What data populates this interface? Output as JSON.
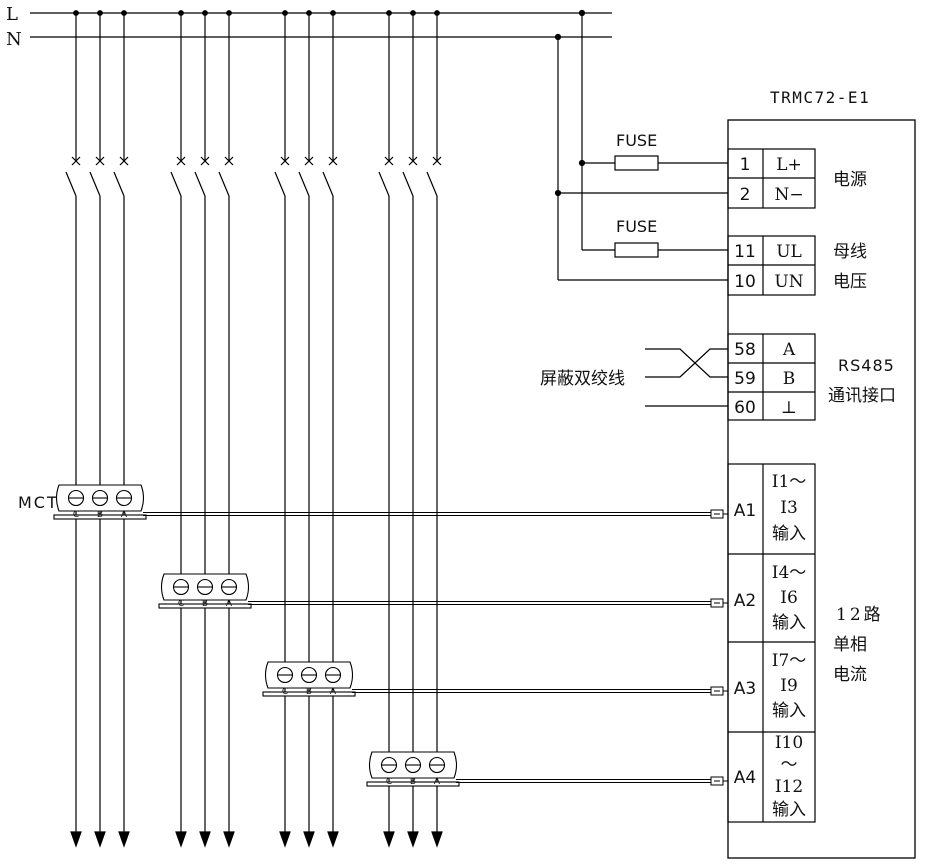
{
  "bus": {
    "l_label": "L",
    "n_label": "N"
  },
  "device": {
    "model": "TRMC72-E1"
  },
  "fuses": [
    {
      "label": "FUSE"
    },
    {
      "label": "FUSE"
    }
  ],
  "power": {
    "label": "电源",
    "terminals": [
      {
        "num": "1",
        "name": "L+"
      },
      {
        "num": "2",
        "name": "N−"
      }
    ]
  },
  "bus_voltage": {
    "label_line1": "母线",
    "label_line2": "电压",
    "terminals": [
      {
        "num": "11",
        "name": "UL"
      },
      {
        "num": "10",
        "name": "UN"
      }
    ]
  },
  "rs485": {
    "cable_label": "屏蔽双绞线",
    "label_line1": "RS485",
    "label_line2": "通讯接口",
    "terminals": [
      {
        "num": "58",
        "name": "A"
      },
      {
        "num": "59",
        "name": "B"
      },
      {
        "num": "60",
        "name": "⊥"
      }
    ]
  },
  "ct": {
    "label": "MCT",
    "phases": [
      "C",
      "B",
      "A"
    ]
  },
  "current_inputs": [
    {
      "port": "A1",
      "line1": "I1～",
      "line2": "I3",
      "line3": "输入"
    },
    {
      "port": "A2",
      "line1": "I4～",
      "line2": "I6",
      "line3": "输入"
    },
    {
      "port": "A3",
      "line1": "I7～",
      "line2": "I9",
      "line3": "输入"
    },
    {
      "port": "A4",
      "line1": "I10",
      "line2": "～",
      "line3": "I12",
      "line4": "输入"
    }
  ],
  "current_label": {
    "line1": "12路",
    "line2": "单相",
    "line3": "电流"
  }
}
